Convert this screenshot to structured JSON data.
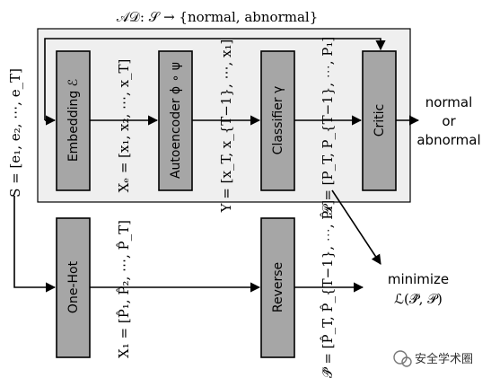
{
  "title": "𝒜𝒟: 𝒮 → {normal, abnormal}",
  "input_sequence": "S = [e₁, e₂, ⋯, e_T]",
  "blocks": {
    "embedding": "Embedding ℰ",
    "autoencoder": "Autoencoder ϕ ∘ ψ",
    "classifier": "Classifier γ",
    "critic": "Critic",
    "onehot": "One-Hot",
    "reverse": "Reverse"
  },
  "intermediates": {
    "xe": "Xₑ = [x₁, x₂, ⋯, x_T]",
    "y": "Y = [x_T, x_{T−1}, ⋯, x₁]",
    "p": "𝒫 = [P_T, P_{T−1}, ⋯, P₁]",
    "x1": "X₁ = [P̂₁, P̂₂, ⋯, P̂_T]",
    "phat": "𝒫̂ = [P̂_T, P̂_{T−1}, ⋯, P̂₁]"
  },
  "output": {
    "line1": "normal",
    "line2": "or",
    "line3": "abnormal"
  },
  "objective": {
    "line1": "minimize",
    "line2": "ℒ(𝒫̂, 𝒫)"
  },
  "watermark": {
    "text": "安全学术圈",
    "icon": "wechat-icon"
  }
}
